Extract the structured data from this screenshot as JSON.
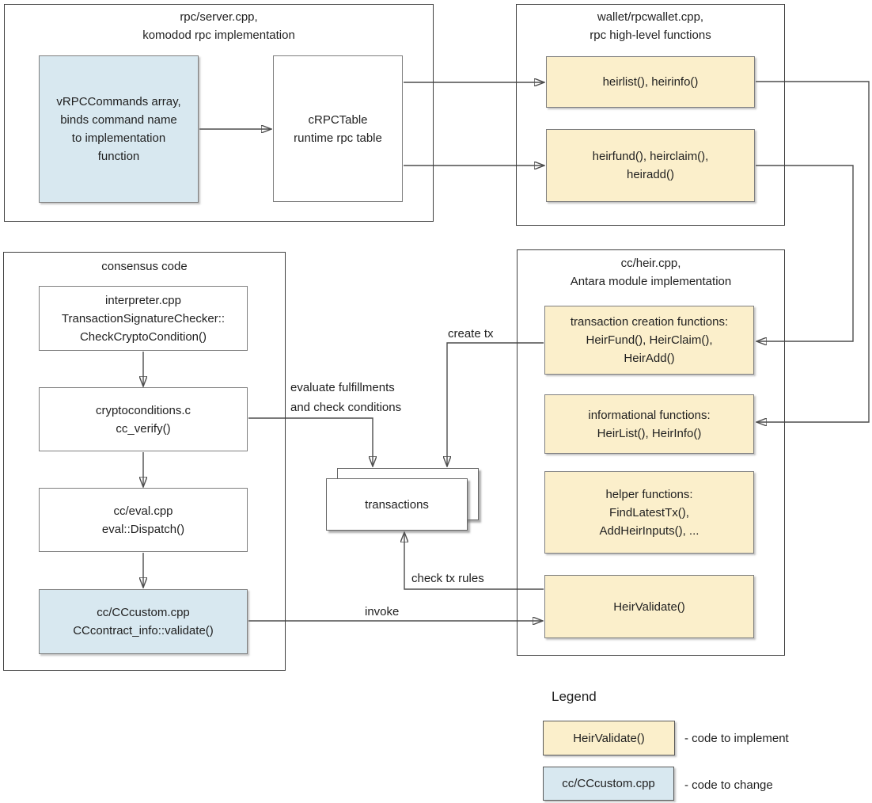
{
  "colors": {
    "implement_fill": "#FBEFCB",
    "change_fill": "#D8E8F0",
    "plain_fill": "#FFFFFF",
    "node_border": "#7F7F7F",
    "container_border": "#404040",
    "connector": "#4D4D4D",
    "text": "#1F1F1F"
  },
  "groups": {
    "rpc_server": {
      "title": "rpc/server.cpp,\nkomodod rpc implementation"
    },
    "wallet": {
      "title": "wallet/rpcwallet.cpp,\nrpc high-level functions"
    },
    "consensus": {
      "title": "consensus code"
    },
    "heir": {
      "title": "cc/heir.cpp,\nAntara module implementation"
    }
  },
  "nodes": {
    "vrpccommands": "vRPCCommands array,\nbinds command name\nto implementation\nfunction",
    "crpctable": "cRPCTable\nruntime rpc table",
    "heirlist_rpc": "heirlist(), heirinfo()",
    "heirfund_rpc": "heirfund(), heirclaim(),\nheiradd()",
    "interpreter": "interpreter.cpp\nTransactionSignatureChecker::\nCheckCryptoCondition()",
    "cryptoconditions": "cryptoconditions.c\ncc_verify()",
    "cceval": "cc/eval.cpp\neval::Dispatch()",
    "cccustom": "cc/CCcustom.cpp\nCCcontract_info::validate()",
    "txcreation": "transaction creation functions:\nHeirFund(), HeirClaim(),\nHeirAdd()",
    "informational": "informational functions:\nHeirList(), HeirInfo()",
    "helpers": "helper functions:\nFindLatestTx(),\nAddHeirInputs(), ...",
    "heirvalidate": "HeirValidate()",
    "transactions": "transactions"
  },
  "edge_labels": {
    "create_tx": "create tx",
    "evaluate": "evaluate fulfillments\nand check conditions",
    "check_rules": "check tx rules",
    "invoke": "invoke"
  },
  "connections": [
    {
      "from": "vRPCCommands array",
      "to": "cRPCTable"
    },
    {
      "from": "cRPCTable",
      "to": "heirlist(), heirinfo()"
    },
    {
      "from": "cRPCTable",
      "to": "heirfund(), heirclaim(), heiradd()"
    },
    {
      "from": "heirlist(), heirinfo()",
      "to": "informational functions"
    },
    {
      "from": "heirfund(), heirclaim(), heiradd()",
      "to": "transaction creation functions"
    },
    {
      "from": "interpreter.cpp",
      "to": "cryptoconditions.c"
    },
    {
      "from": "cryptoconditions.c",
      "to": "cc/eval.cpp"
    },
    {
      "from": "cc/eval.cpp",
      "to": "cc/CCcustom.cpp"
    },
    {
      "from": "cryptoconditions.c",
      "to": "transactions",
      "label": "evaluate fulfillments and check conditions"
    },
    {
      "from": "transaction creation functions",
      "to": "transactions",
      "label": "create tx"
    },
    {
      "from": "HeirValidate()",
      "to": "transactions",
      "label": "check tx rules"
    },
    {
      "from": "cc/CCcustom.cpp",
      "to": "HeirValidate()",
      "label": "invoke"
    }
  ],
  "legend": {
    "title": "Legend",
    "items": [
      {
        "sample": "HeirValidate()",
        "desc": "- code to implement"
      },
      {
        "sample": "cc/CCcustom.cpp",
        "desc": "- code to change"
      }
    ]
  }
}
